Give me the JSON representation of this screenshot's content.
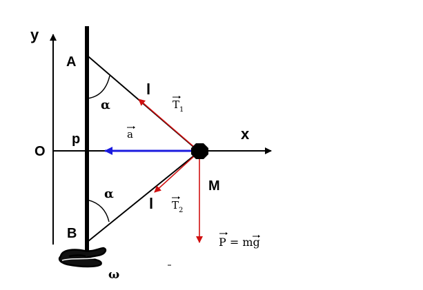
{
  "labels": {
    "y_axis": "y",
    "x_axis": "x",
    "origin": "O",
    "point_a": "A",
    "point_b": "B",
    "point_p": "p",
    "point_m": "M",
    "angle_top": "α",
    "angle_bottom": "α",
    "length_top": "l",
    "length_bottom": "l",
    "accel": "a",
    "tension_1": "T",
    "tension_1_sub": "1",
    "tension_2": "T",
    "tension_2_sub": "2",
    "weight": "P = mg",
    "omega": "ω"
  },
  "colors": {
    "line": "#000000",
    "tension": "#d01010",
    "accel": "#1a1adf",
    "weight": "#d01010"
  }
}
